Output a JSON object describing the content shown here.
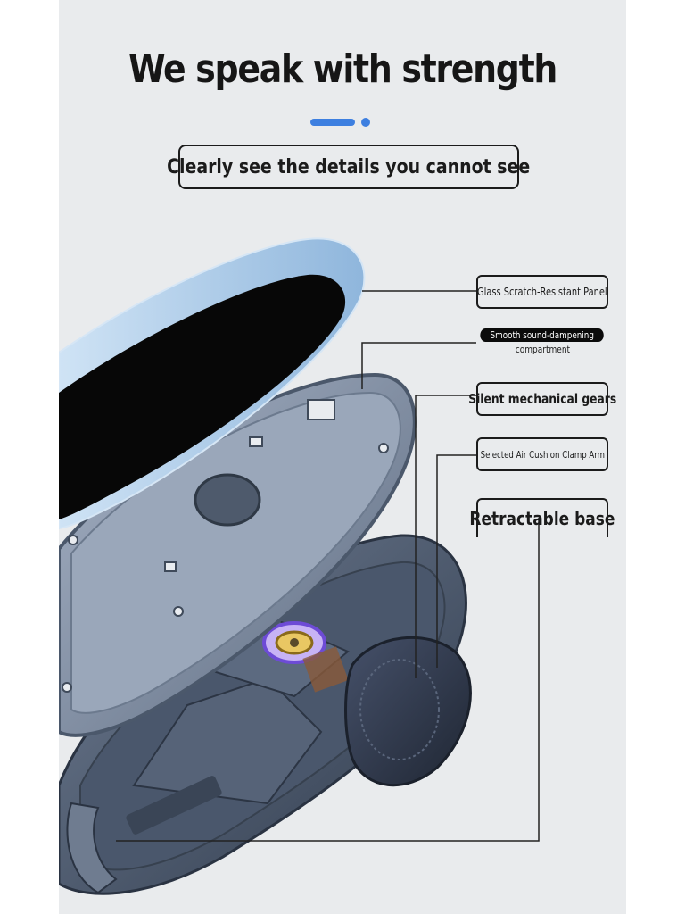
{
  "headline": "We speak with strength",
  "subtitle": "Clearly see the details you cannot see",
  "indicator": {
    "active_color": "#3d7fe0",
    "dot_color": "#3d7fe0"
  },
  "callouts": [
    {
      "label": "Glass Scratch-Resistant Panel"
    },
    {
      "label_line1": "Smooth sound-dampening",
      "label_line2": "compartment"
    },
    {
      "label": "Silent mechanical gears"
    },
    {
      "label": "Selected Air Cushion Clamp Arm"
    },
    {
      "label": "Retractable base"
    }
  ]
}
